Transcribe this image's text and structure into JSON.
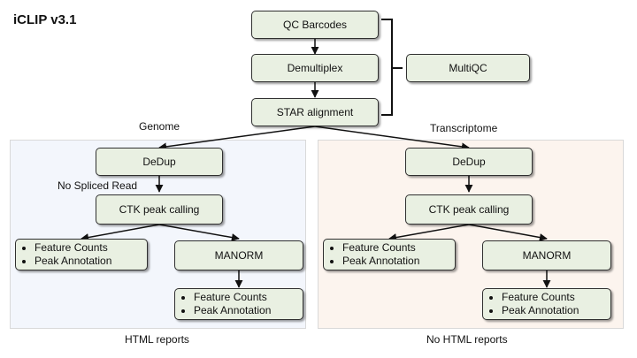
{
  "title": "iCLIP v3.1",
  "steps": {
    "qc_barcodes": "QC Barcodes",
    "demultiplex": "Demultiplex",
    "star_alignment": "STAR alignment",
    "multiqc": "MultiQC"
  },
  "branches": {
    "genome": {
      "label": "Genome",
      "dedup": "DeDup",
      "note": "No Spliced Read",
      "peak_calling": "CTK peak calling",
      "manorm": "MANORM",
      "feature_counts": "Feature Counts",
      "peak_annotation": "Peak Annotation",
      "report": "HTML reports"
    },
    "transcriptome": {
      "label": "Transcriptome",
      "dedup": "DeDup",
      "peak_calling": "CTK peak calling",
      "manorm": "MANORM",
      "feature_counts": "Feature Counts",
      "peak_annotation": "Peak Annotation",
      "report": "No HTML reports"
    }
  },
  "colors": {
    "box_fill": "#e9f0e2",
    "genome_panel": "#f3f6fc",
    "transcriptome_panel": "#fcf4ee"
  }
}
